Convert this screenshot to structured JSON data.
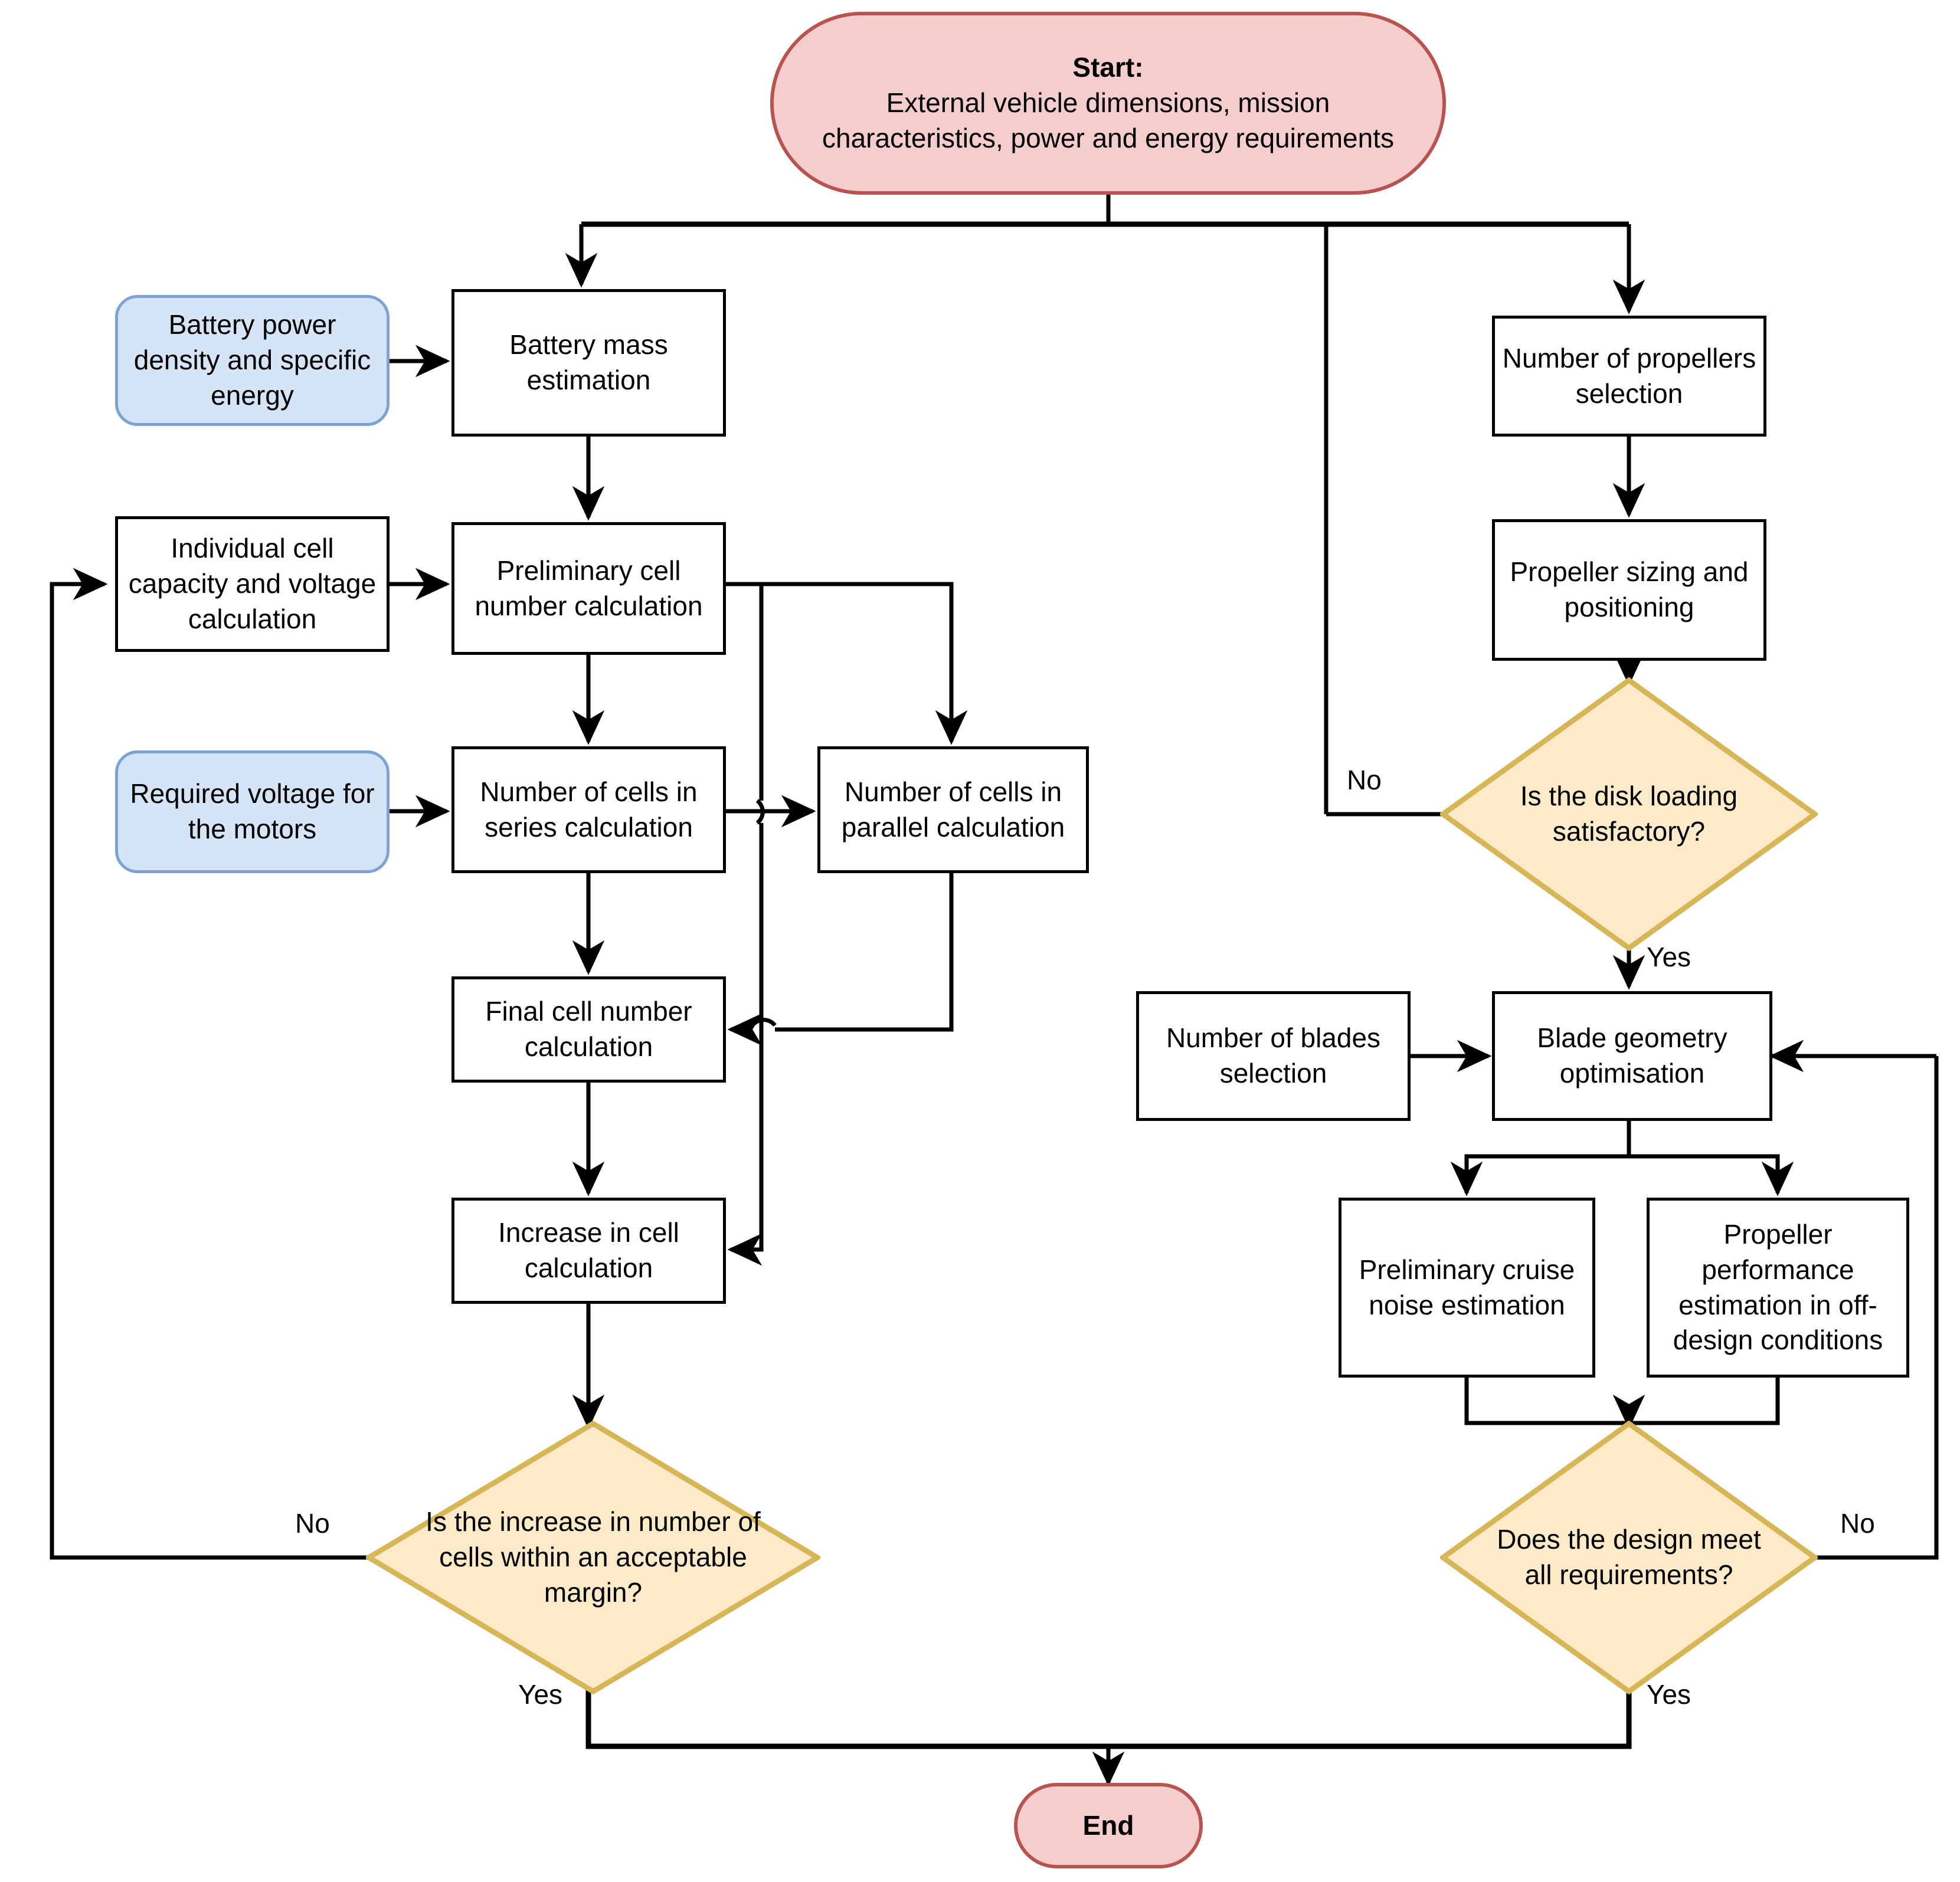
{
  "diagram": {
    "title": "Battery and propeller preliminary design flowchart",
    "colors": {
      "terminator_fill": "#f6cdcd",
      "terminator_stroke": "#b85450",
      "input_fill": "#d6e4f7",
      "input_stroke": "#7ba3d4",
      "decision_fill": "#fdeac8",
      "decision_stroke": "#d6b656",
      "process_fill": "#ffffff",
      "process_stroke": "#000000",
      "connector": "#000000"
    }
  },
  "nodes": {
    "start": {
      "type": "terminator",
      "line1": "Start:",
      "line2": "External vehicle dimensions, mission",
      "line3": "characteristics, power and energy requirements"
    },
    "battery_power_density": {
      "type": "input",
      "label": "Battery power density and specific energy"
    },
    "battery_mass": {
      "type": "process",
      "label": "Battery mass estimation"
    },
    "individual_cell": {
      "type": "process",
      "label": "Individual cell capacity and voltage calculation"
    },
    "preliminary_cell_number": {
      "type": "process",
      "label": "Preliminary cell number calculation"
    },
    "required_voltage": {
      "type": "input",
      "label": "Required voltage for the motors"
    },
    "cells_series": {
      "type": "process",
      "label": "Number of cells in series calculation"
    },
    "cells_parallel": {
      "type": "process",
      "label": "Number of cells in parallel calculation"
    },
    "final_cell_number": {
      "type": "process",
      "label": "Final cell number calculation"
    },
    "increase_in_cell": {
      "type": "process",
      "label": "Increase in cell calculation"
    },
    "decision_cells": {
      "type": "decision",
      "label": "Is the increase in number of cells within an acceptable margin?"
    },
    "propellers_number": {
      "type": "process",
      "label": "Number of propellers selection"
    },
    "propeller_sizing": {
      "type": "process",
      "label": "Propeller sizing and positioning"
    },
    "decision_disk_loading": {
      "type": "decision",
      "label": "Is the disk loading satisfactory?"
    },
    "blades_number": {
      "type": "process",
      "label": "Number of blades selection"
    },
    "blade_geometry": {
      "type": "process",
      "label": "Blade geometry optimisation"
    },
    "cruise_noise": {
      "type": "process",
      "label": "Preliminary cruise noise estimation"
    },
    "propeller_performance": {
      "type": "process",
      "label": "Propeller performance estimation in off-design conditions"
    },
    "decision_requirements": {
      "type": "decision",
      "label": "Does the design meet all requirements?"
    },
    "end": {
      "type": "terminator",
      "label": "End"
    }
  },
  "edge_labels": {
    "disk_loading_no": "No",
    "disk_loading_yes": "Yes",
    "cells_no": "No",
    "cells_yes": "Yes",
    "requirements_no": "No",
    "requirements_yes": "Yes"
  }
}
